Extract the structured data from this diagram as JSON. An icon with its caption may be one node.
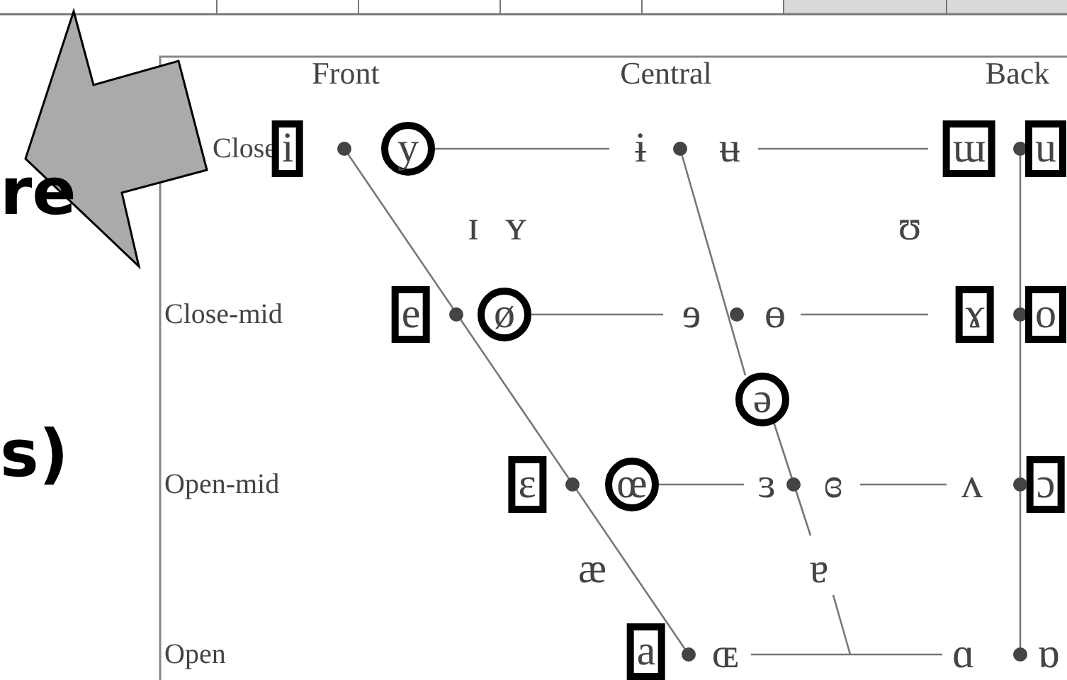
{
  "diagram": {
    "labels": [
      "Front",
      "Central",
      "Back",
      "Close",
      "i",
      "y",
      "ɨ",
      "ʉ",
      "ɯ",
      "u",
      "re",
      "ɪ",
      "ʏ",
      "ʊ",
      "Close-mid",
      "e",
      "ø",
      "ɘ",
      "ɵ",
      "ɤ",
      "o",
      "ə",
      "s)",
      "Open-mid",
      "ɛ",
      "œ",
      "ɜ",
      "ɞ",
      "ʌ",
      "ɔ",
      "æ",
      "ɐ",
      "Open",
      "a",
      "ɶ",
      "ɑ",
      "ɒ"
    ]
  }
}
